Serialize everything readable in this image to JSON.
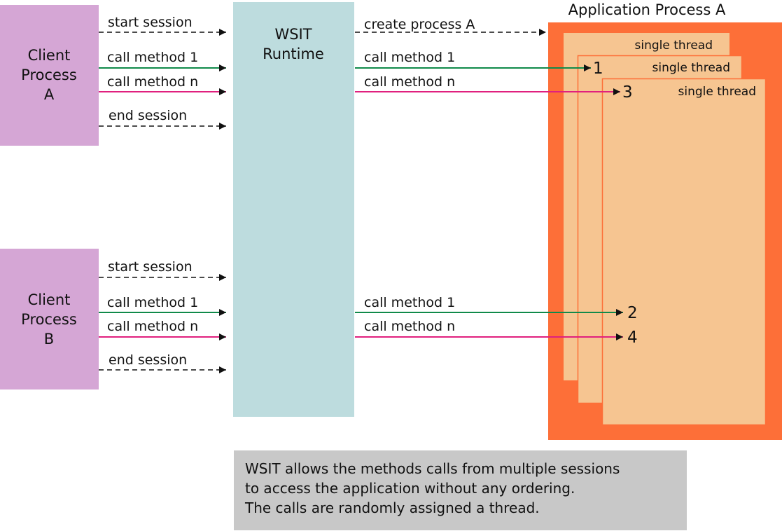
{
  "client_a": {
    "line1": "Client",
    "line2": "Process",
    "line3": "A"
  },
  "client_b": {
    "line1": "Client",
    "line2": "Process",
    "line3": "B"
  },
  "runtime": {
    "line1": "WSIT",
    "line2": "Runtime"
  },
  "app": {
    "title": "Application Process A",
    "thread1": "single thread",
    "thread2": "single thread",
    "thread3": "single thread"
  },
  "arrows_a": {
    "start": "start session",
    "call1": "call method 1",
    "calln": "call method n",
    "end": "end session"
  },
  "arrows_b": {
    "start": "start session",
    "call1": "call method 1",
    "calln": "call method n",
    "end": "end session"
  },
  "runtime_out": {
    "create": "create process A",
    "a_call1": "call method 1",
    "a_calln": "call method n",
    "b_call1": "call method 1",
    "b_calln": "call method n"
  },
  "numbers": {
    "n1": "1",
    "n2": "2",
    "n3": "3",
    "n4": "4"
  },
  "note": {
    "line1": "WSIT allows the methods calls from multiple sessions",
    "line2": "to access the application without any ordering.",
    "line3": "The calls are randomly assigned a thread."
  },
  "colors": {
    "client": "#d5a6d5",
    "runtime": "#bddcde",
    "app_outer": "#fd6f38",
    "thread": "#f6c591",
    "thread_border": "#fd6f38",
    "green": "#108a4a",
    "magenta": "#e0207e",
    "note": "#c8c8c8"
  }
}
